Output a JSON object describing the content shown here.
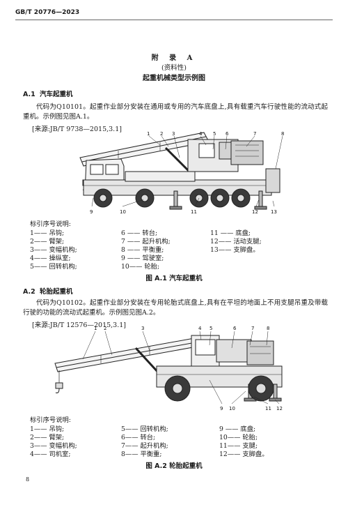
{
  "header": {
    "standard_code": "GB/T 20776—2023"
  },
  "appendix": {
    "title": "附 录 A",
    "subtitle": "(资料性)",
    "heading": "起重机械类型示例图"
  },
  "section_a1": {
    "number": "A.1",
    "title": "汽车起重机",
    "paragraph": "代码为Q10101。起重作业部分安装在通用或专用的汽车底盘上,具有载重汽车行驶性能的流动式起重机。示例图见图A.1。",
    "source": "[来源:JB/T 9738—2015,3.1]",
    "callouts_top": [
      "1",
      "2",
      "3",
      "4",
      "5",
      "6",
      "7",
      "8"
    ],
    "callouts_bottom": [
      "9",
      "10",
      "11",
      "12",
      "13"
    ],
    "legend_title": "标引序号说明:",
    "legend": [
      "1—— 吊钩;",
      "6 —— 转台;",
      "11 —— 底盘;",
      "2—— 臂架;",
      "7 —— 起升机构;",
      "12—— 活动支腿;",
      "3—— 变幅机构;",
      "8 —— 平衡重;",
      "13—— 支脚盘。",
      "4—— 操纵室;",
      "9 —— 驾驶室;",
      "",
      "5—— 回转机构;",
      "10—— 轮胎;",
      ""
    ],
    "caption": "图 A.1 汽车起重机"
  },
  "section_a2": {
    "number": "A.2",
    "title": "轮胎起重机",
    "paragraph": "代码为Q10102。起重作业部分安装在专用轮胎式底盘上,具有在平坦的地面上不用支腿吊重及带载行驶的功能的流动式起重机。示例图见图A.2。",
    "source": "[来源:JB/T 12576—2015,3.1]",
    "callouts_top": [
      "1",
      "2",
      "3",
      "4",
      "5",
      "6",
      "7",
      "8"
    ],
    "callouts_bottom": [
      "9",
      "10",
      "11",
      "12"
    ],
    "legend_title": "标引序号说明:",
    "legend": [
      "1—— 吊钩;",
      "5—— 回转机构;",
      "9 —— 底盘;",
      "2—— 臂架;",
      "6—— 转台;",
      "10—— 轮胎;",
      "3—— 变幅机构;",
      "7—— 起升机构;",
      "11—— 支腿;",
      "4—— 司机室;",
      "8—— 平衡重;",
      "12—— 支脚盘。"
    ],
    "caption": "图 A.2 轮胎起重机"
  },
  "footer": {
    "page_number": "8"
  }
}
